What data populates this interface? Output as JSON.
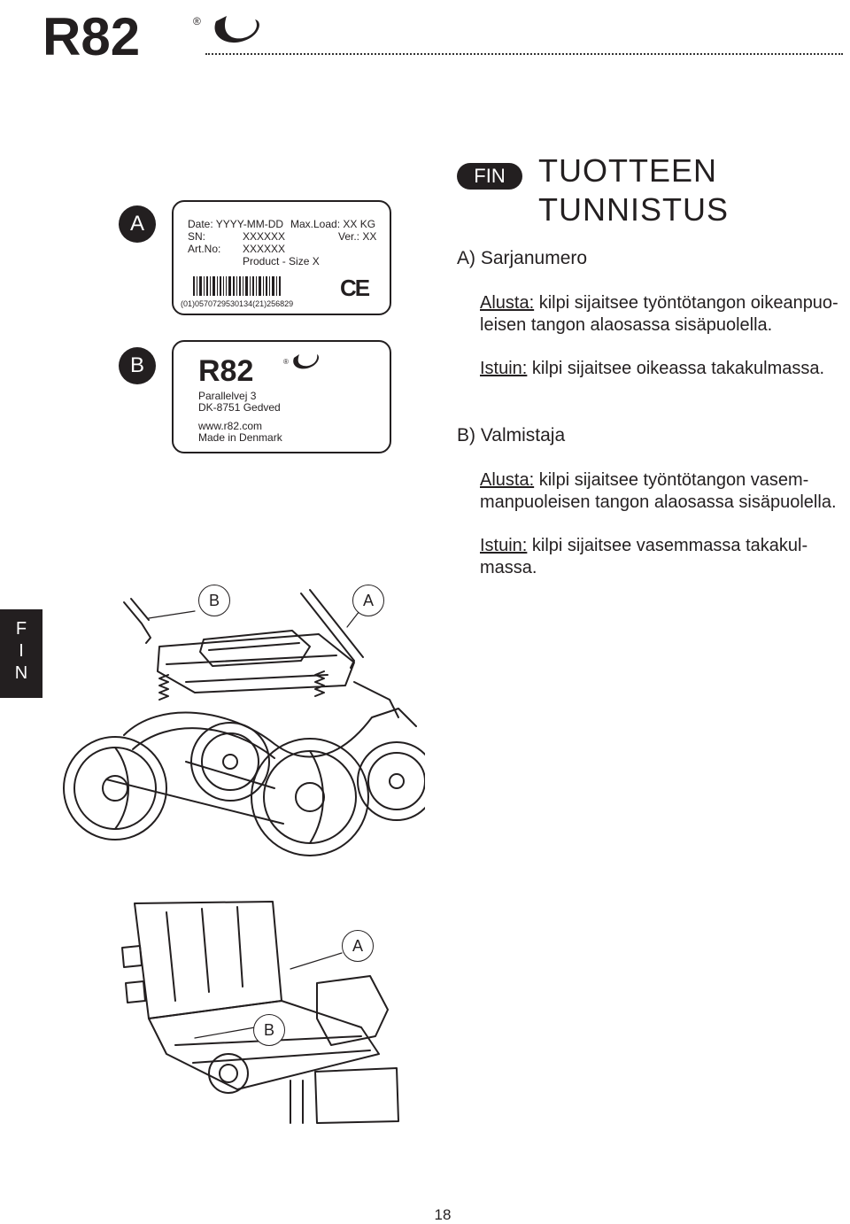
{
  "header": {
    "brand": "R82",
    "registered": "®"
  },
  "lang_badge": "FIN",
  "title": {
    "line1": "TUOTTEEN",
    "line2": "TUNNISTUS"
  },
  "markers": {
    "a": "A",
    "b": "B"
  },
  "label_a": {
    "date": "Date: YYYY-MM-DD",
    "max_load": "Max.Load: XX KG",
    "sn_label": "SN:",
    "sn_value": "XXXXXX",
    "version": "Ver.: XX",
    "artno_label": "Art.No:",
    "artno_value": "XXXXXX",
    "product": "Product - Size X",
    "barcode_number": "(01)0570729530134(21)256829",
    "ce_mark": "CE"
  },
  "label_b": {
    "brand": "R82",
    "registered": "®",
    "address1": "Parallelvej 3",
    "address2": "DK-8751 Gedved",
    "website": "www.r82.com",
    "made_in": "Made in Denmark"
  },
  "section_a": {
    "heading": "A) Sarjanumero",
    "p1_label": "Alusta:",
    "p1_line1": "kilpi sijaitsee työntötangon oikeanpuo-",
    "p1_line2": "leisen tangon alaosassa sisäpuolella.",
    "p2_label": "Istuin:",
    "p2_text": "kilpi sijaitsee oikeassa takakulmassa."
  },
  "section_b": {
    "heading": "B) Valmistaja",
    "p1_label": "Alusta:",
    "p1_line1": "kilpi sijaitsee työntötangon vasem-",
    "p1_line2": "manpuoleisen tangon alaosassa sisäpuolella.",
    "p2_label": "Istuin:",
    "p2_line1": "kilpi sijaitsee vasemmassa takakul-",
    "p2_line2": "massa."
  },
  "figures": {
    "chassis_callouts": [
      "B",
      "A"
    ],
    "seat_callouts": [
      "A",
      "B"
    ]
  },
  "side_tab": [
    "F",
    "I",
    "N"
  ],
  "page_number": "18"
}
